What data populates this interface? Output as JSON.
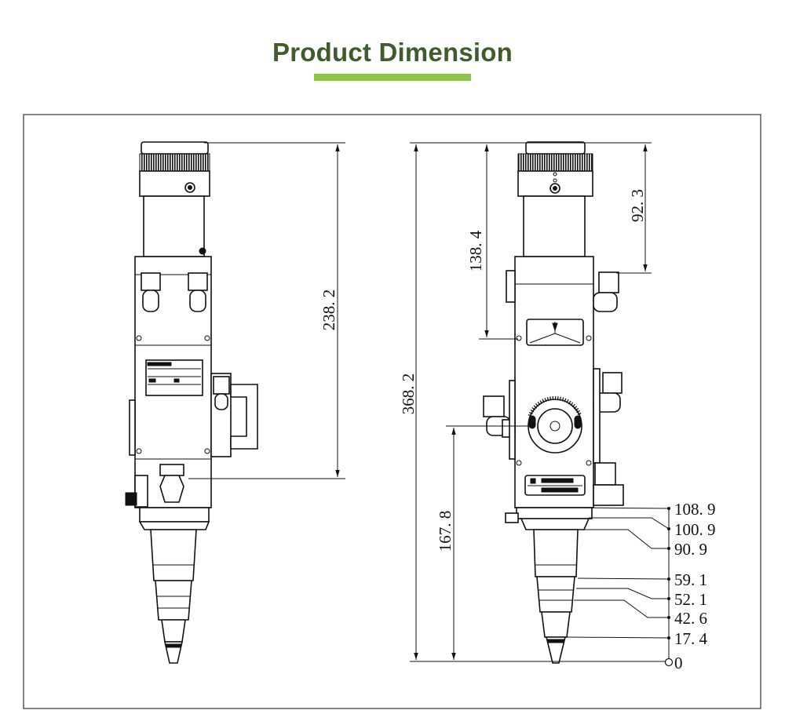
{
  "title": "Product Dimension",
  "colors": {
    "title": "#3f5d2a",
    "underline": "#8cc54a",
    "line": "#111111"
  },
  "left_view": {
    "dimensions": [
      {
        "label": "238. 2"
      }
    ]
  },
  "right_view": {
    "vertical_dimensions": [
      {
        "label": "368. 2"
      },
      {
        "label": "138. 4"
      },
      {
        "label": "92. 3"
      },
      {
        "label": "167. 8"
      }
    ],
    "ruler_labels": [
      "108. 9",
      "100. 9",
      "90. 9",
      "59. 1",
      "52. 1",
      "42. 6",
      "17. 4",
      "0"
    ]
  }
}
